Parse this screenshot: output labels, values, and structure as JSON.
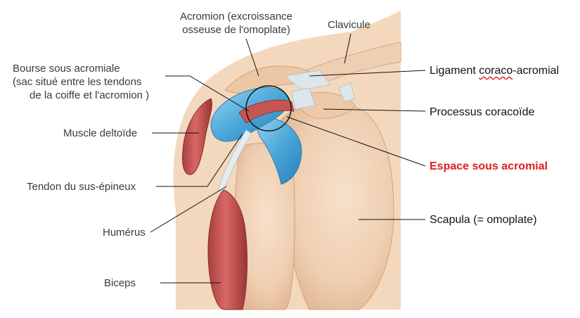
{
  "labels": {
    "acromion": "Acromion (excroissance",
    "acromion_2": "osseuse de l'omoplate)",
    "clavicule": "Clavicule",
    "bourse_1": "Bourse sous acromiale",
    "bourse_2": "(sac situé entre les tendons",
    "bourse_3": "de la coiffe et l'acromion )",
    "deltoide": "Muscle deltoïde",
    "tendon": "Tendon du sus-épineux",
    "humerus": "Humérus",
    "biceps": "Biceps",
    "ligament_a": "Ligament ",
    "ligament_b": "coraco",
    "ligament_c": "-acromial",
    "processus": "Processus coracoïde",
    "espace": "Espace sous acromial",
    "scapula": "Scapula (= omoplate)"
  },
  "colors": {
    "label_text": "#3a3a3a",
    "highlight": "#e01e1e",
    "leader_line": "#111111",
    "bone": "#f1d3b6",
    "muscle": "#c9524f",
    "bursa": "#4aa8d9",
    "ligament": "#dde6ea"
  }
}
